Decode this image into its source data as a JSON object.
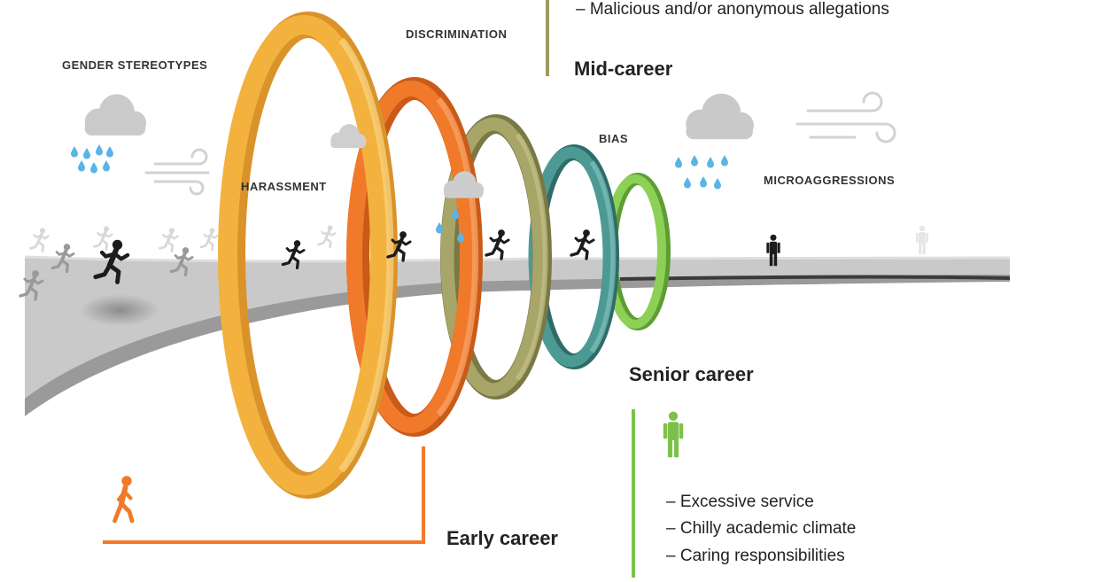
{
  "labels": {
    "gender_stereotypes": "GENDER STEREOTYPES",
    "discrimination": "DISCRIMINATION",
    "harassment": "HARASSMENT",
    "bias": "BIAS",
    "microaggressions": "MICROAGGRESSIONS"
  },
  "stages": {
    "early": {
      "title": "Early career",
      "color": "#f07a2a"
    },
    "mid": {
      "title": "Mid-career",
      "color": "#9c9a5c",
      "bullets": [
        "– Malicious and/or anonymous allegations"
      ]
    },
    "senior": {
      "title": "Senior career",
      "color": "#7cc24a",
      "bullets": [
        "– Excessive service",
        "– Chilly academic climate",
        "– Caring responsibilities"
      ]
    }
  },
  "colors": {
    "ring_yellow": "#f3b23e",
    "ring_orange": "#f07a2a",
    "ring_olive": "#9c9a5c",
    "ring_teal": "#3f8a86",
    "ring_green": "#7cc24a",
    "road": "#bcbcbc",
    "cloud": "#c8c8c8",
    "rain": "#5ab4e6"
  },
  "icons": [
    "running-person-icon",
    "walking-person-icon",
    "standing-person-icon",
    "cloud-icon",
    "rain-icon",
    "wind-icon"
  ]
}
